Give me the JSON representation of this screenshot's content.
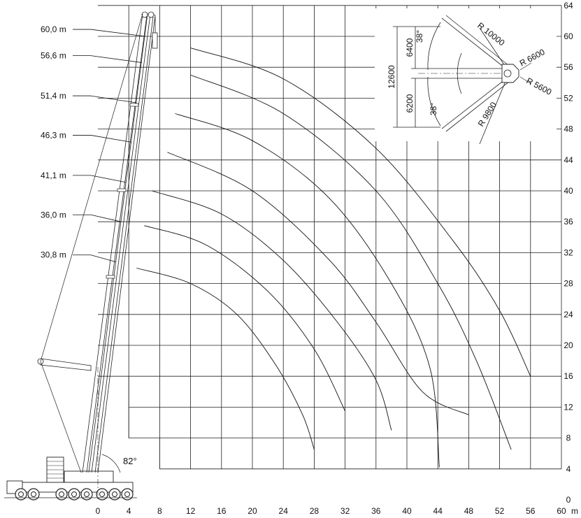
{
  "chart_data": {
    "type": "line",
    "x_unit": "m",
    "x_ticks": [
      0,
      4,
      8,
      12,
      16,
      20,
      24,
      28,
      32,
      36,
      40,
      44,
      48,
      52,
      56,
      60
    ],
    "y_ticks": [
      0,
      4,
      8,
      12,
      16,
      20,
      24,
      28,
      32,
      36,
      40,
      44,
      48,
      52,
      56,
      60,
      64
    ],
    "xlim": [
      0,
      60
    ],
    "ylim": [
      0,
      64
    ],
    "boom_angle_label": "82°",
    "boom_lengths": [
      "60,0 m",
      "56,6 m",
      "51,4 m",
      "46,3 m",
      "41,1 m",
      "36,0 m",
      "30,8 m"
    ],
    "boom_length_heights": [
      60.0,
      56.6,
      51.4,
      46.3,
      41.1,
      36.0,
      30.8
    ],
    "series": [
      {
        "points": [
          [
            12,
            58.5
          ],
          [
            24,
            54.5
          ],
          [
            36,
            45.5
          ],
          [
            46,
            33.5
          ],
          [
            52,
            24.5
          ],
          [
            56,
            16
          ]
        ]
      },
      {
        "points": [
          [
            12,
            55
          ],
          [
            24,
            50
          ],
          [
            36,
            40
          ],
          [
            44,
            28
          ],
          [
            49,
            18
          ],
          [
            53.5,
            6.5
          ]
        ]
      },
      {
        "points": [
          [
            10,
            50
          ],
          [
            20,
            46.5
          ],
          [
            30,
            39
          ],
          [
            38,
            28
          ],
          [
            43,
            17
          ],
          [
            44.2,
            4.2
          ]
        ]
      },
      {
        "points": [
          [
            9,
            45
          ],
          [
            20,
            40
          ],
          [
            30,
            31
          ],
          [
            36,
            23
          ],
          [
            42,
            14
          ],
          [
            48,
            11
          ]
        ]
      },
      {
        "points": [
          [
            7,
            40
          ],
          [
            16,
            37
          ],
          [
            24,
            31
          ],
          [
            31,
            23
          ],
          [
            36,
            15.5
          ],
          [
            38,
            9
          ]
        ]
      },
      {
        "points": [
          [
            6,
            35.5
          ],
          [
            14,
            33
          ],
          [
            22,
            27
          ],
          [
            28,
            19.5
          ],
          [
            32,
            11.5
          ]
        ]
      },
      {
        "points": [
          [
            5,
            30
          ],
          [
            12,
            28
          ],
          [
            18,
            24
          ],
          [
            23,
            17.5
          ],
          [
            26.5,
            11
          ],
          [
            28,
            6.5
          ]
        ]
      }
    ],
    "inset": {
      "labels": [
        "R 10000",
        "R 6600",
        "R 5600",
        "R 9800"
      ],
      "dimensions": [
        "12600",
        "6400",
        "6200"
      ],
      "angles": [
        "38°",
        "38°"
      ]
    }
  }
}
